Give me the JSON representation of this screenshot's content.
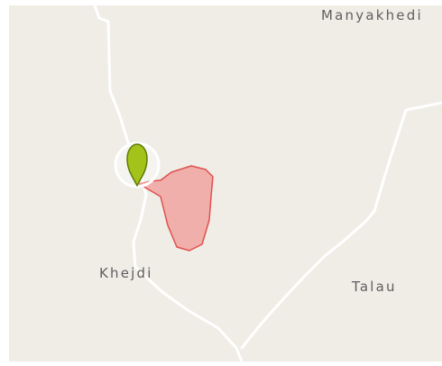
{
  "map": {
    "colors": {
      "land": "#efede6",
      "road": "#ffffff",
      "area_fill": "#f0a3a0",
      "area_stroke": "#e0504d",
      "pin_fill": "#a4c31a",
      "pin_stroke": "#5e7a05",
      "pin_halo": "#ffffff",
      "label": "#5f5f5f"
    },
    "labels": [
      {
        "id": "manyakhedi",
        "text": "Manyakhedi"
      },
      {
        "id": "khejdi",
        "text": "Khejdi"
      },
      {
        "id": "talau",
        "text": "Talau"
      }
    ],
    "marker": {
      "icon": "map-pin-icon"
    },
    "highlighted_area": {
      "icon": "highlighted-region"
    }
  }
}
